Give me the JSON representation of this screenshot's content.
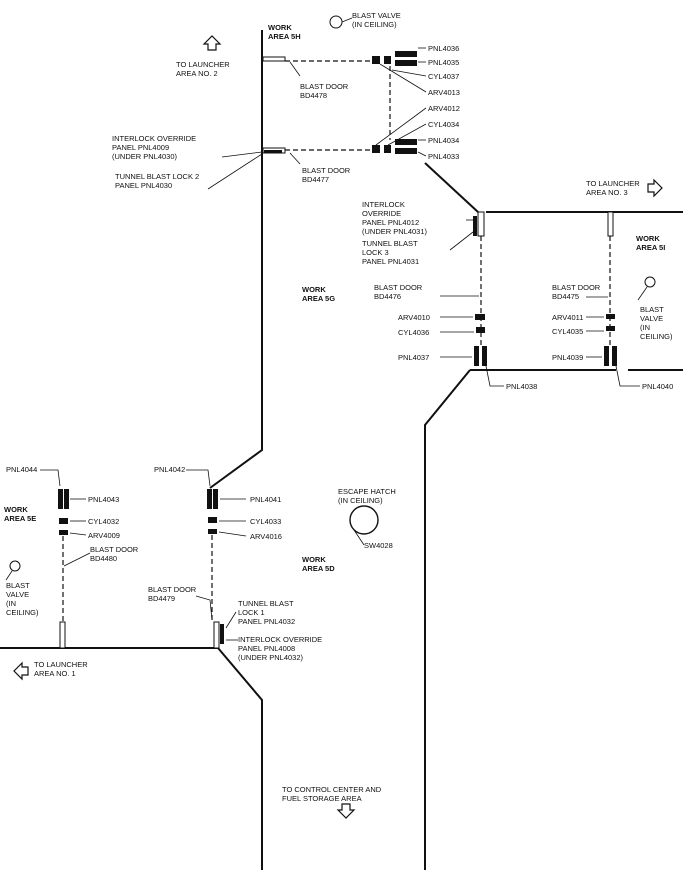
{
  "arrows": {
    "launcher2": "TO LAUNCHER\nAREA NO. 2",
    "launcher3": "TO LAUNCHER\nAREA NO. 3",
    "launcher1": "TO LAUNCHER\nAREA NO. 1",
    "control": "TO CONTROL CENTER AND\nFUEL STORAGE AREA"
  },
  "work_areas": {
    "wa5h": "WORK\nAREA 5H",
    "wa5i": "WORK\nAREA 5I",
    "wa5g": "WORK\nAREA 5G",
    "wa5e": "WORK\nAREA 5E",
    "wa5d": "WORK\nAREA 5D"
  },
  "valves": {
    "top": "BLAST VALVE\n(IN CEILING)",
    "right": "BLAST\nVALVE\n(IN\nCEILING)",
    "left": "BLAST\nVALVE\n(IN\nCEILING)"
  },
  "escape": {
    "label": "ESCAPE HATCH\n(IN CEILING)",
    "switch": "SW4028"
  },
  "upper_lock": {
    "pnl4036": "PNL4036",
    "pnl4035": "PNL4035",
    "cyl4037": "CYL4037",
    "arv4013": "ARV4013",
    "arv4012": "ARV4012",
    "cyl4034": "CYL4034",
    "pnl4034": "PNL4034",
    "pnl4033": "PNL4033",
    "bd4478": "BLAST DOOR\nBD4478",
    "bd4477": "BLAST DOOR\nBD4477",
    "override": "INTERLOCK OVERRIDE\nPANEL PNL4009\n(UNDER PNL4030)",
    "tunnel": "TUNNEL BLAST LOCK 2\nPANEL PNL4030"
  },
  "right_lock": {
    "override": "INTERLOCK\nOVERRIDE\nPANEL PNL4012\n(UNDER PNL4031)",
    "tunnel": "TUNNEL BLAST\nLOCK 3\nPANEL PNL4031",
    "bd4476": "BLAST DOOR\nBD4476",
    "bd4475": "BLAST DOOR\nBD4475",
    "arv4010": "ARV4010",
    "cyl4036": "CYL4036",
    "pnl4037": "PNL4037",
    "pnl4038": "PNL4038",
    "arv4011": "ARV4011",
    "cyl4035": "CYL4035",
    "pnl4039": "PNL4039",
    "pnl4040": "PNL4040"
  },
  "lower_lock": {
    "pnl4044": "PNL4044",
    "pnl4043": "PNL4043",
    "cyl4032": "CYL4032",
    "arv4009": "ARV4009",
    "bd4480": "BLAST DOOR\nBD4480",
    "pnl4042": "PNL4042",
    "pnl4041": "PNL4041",
    "cyl4033": "CYL4033",
    "arv4016": "ARV4016",
    "bd4479": "BLAST DOOR\nBD4479",
    "tunnel": "TUNNEL BLAST\nLOCK 1\nPANEL PNL4032",
    "override": "INTERLOCK OVERRIDE\nPANEL PNL4008\n(UNDER PNL4032)"
  }
}
